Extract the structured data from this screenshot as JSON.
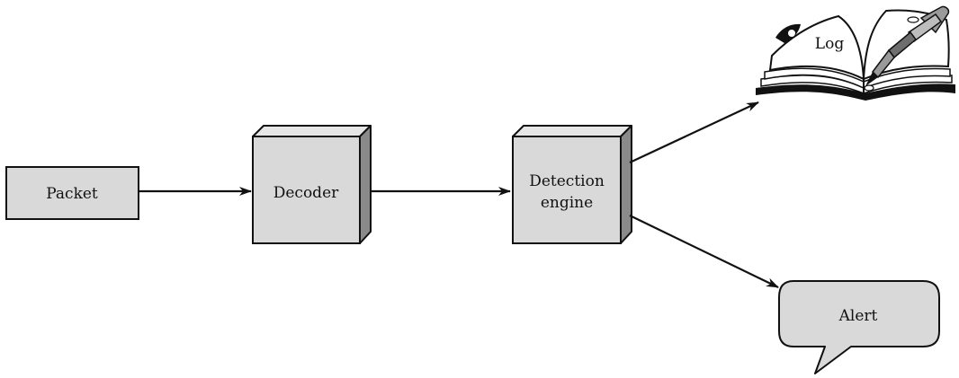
{
  "nodes": {
    "packet": {
      "label": "Packet"
    },
    "decoder": {
      "label": "Decoder"
    },
    "detection": {
      "line1": "Detection",
      "line2": "engine"
    },
    "log": {
      "label": "Log"
    },
    "alert": {
      "label": "Alert"
    }
  }
}
